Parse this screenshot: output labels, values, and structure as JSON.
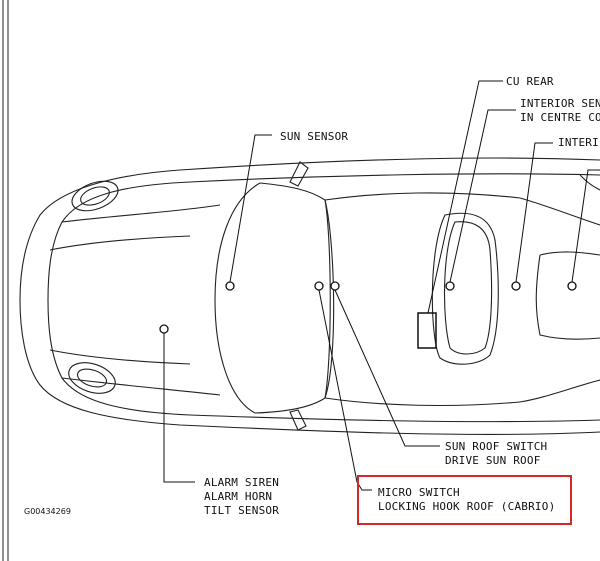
{
  "figure_id": "G00434269",
  "labels": {
    "cu_rear": "CU REAR",
    "interior_sensor_1": "INTERIOR SEN",
    "interior_sensor_2": "IN CENTRE CO",
    "interior_right": "INTERI",
    "sun_sensor": "SUN SENSOR",
    "sun_roof_switch_1": "SUN ROOF SWITCH",
    "sun_roof_switch_2": "DRIVE SUN ROOF",
    "alarm_1": "ALARM SIREN",
    "alarm_2": "ALARM HORN",
    "alarm_3": "TILT SENSOR",
    "micro_switch_1": "MICRO SWITCH",
    "micro_switch_2": "LOCKING HOOK ROOF (CABRIO)"
  },
  "highlight_color": "#d62828"
}
